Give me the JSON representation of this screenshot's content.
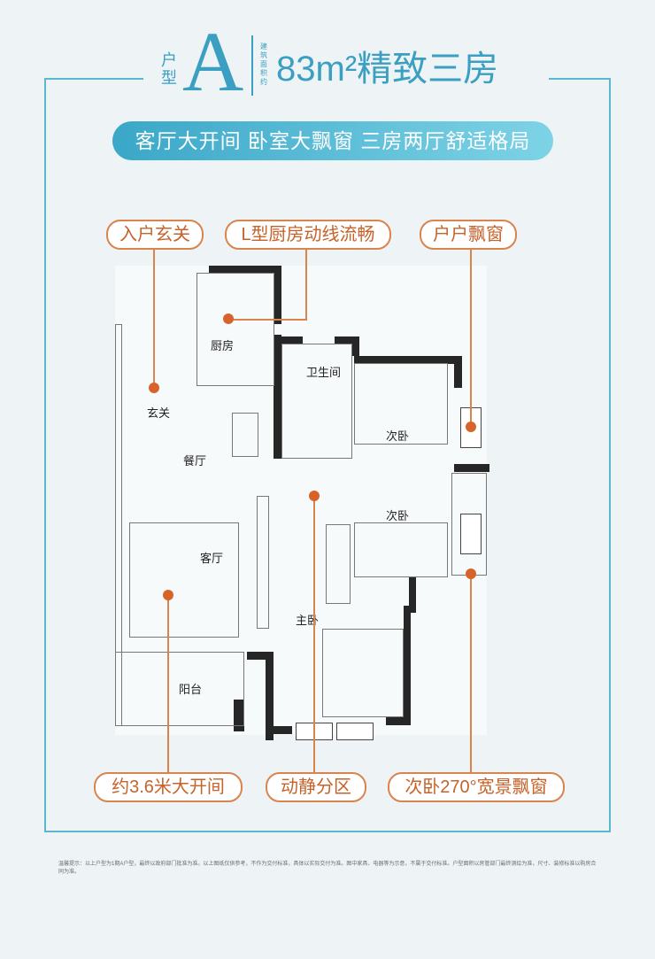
{
  "header": {
    "unit_label": "户型",
    "unit_letter": "A",
    "area_note": "建筑面积约",
    "headline": "83m²精致三房"
  },
  "subtitle": "客厅大开间   卧室大飘窗   三房两厅舒适格局",
  "tags": {
    "entrance": "入户玄关",
    "kitchen": "L型厨房动线流畅",
    "bay": "户户飘窗",
    "living_width": "约3.6米大开间",
    "zoning": "动静分区",
    "bay270": "次卧270°宽景飘窗"
  },
  "rooms": {
    "kitchen": "厨房",
    "bathroom": "卫生间",
    "foyer": "玄关",
    "dining": "餐厅",
    "bedroom2a": "次卧",
    "bedroom2b": "次卧",
    "living": "客厅",
    "master": "主卧",
    "balcony": "阳台"
  },
  "footer_note": "温馨提示：以上户型为1期A户型，最终以政府部门批准为准。以上图纸仅供参考，不作为交付标准，具体以实际交付为准。图中家具、电器等为示意，不属于交付标准。户型面积以房管部门最终测绘为准，尺寸、装修标准以购房合同为准。",
  "colors": {
    "brand_blue": "#3a9fc0",
    "accent_orange": "#d9834d",
    "dot_orange": "#d8632a"
  }
}
